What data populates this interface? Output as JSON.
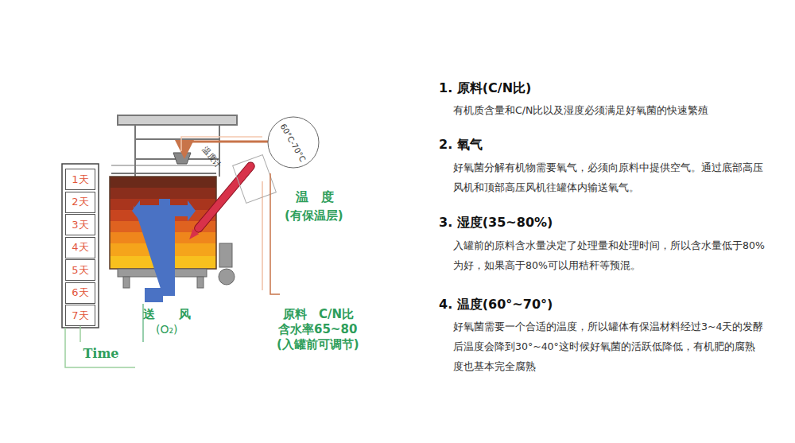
{
  "diagram": {
    "nodes": [
      {
        "text": [
          "1天"
        ]
      },
      {
        "text": [
          "2天"
        ]
      },
      {
        "text": [
          "3天"
        ]
      },
      {
        "text": [
          "4天"
        ]
      },
      {
        "text": [
          "5天"
        ]
      },
      {
        "text": [
          "6天"
        ]
      },
      {
        "text": [
          "7天"
        ]
      },
      {
        "text": [
          "Time"
        ]
      },
      {
        "text": [
          "60°C-70°C"
        ]
      }
    ],
    "edges": [
      {
        "from": 6,
        "to": 7,
        "arrow": "none"
      }
    ],
    "labels": [
      "温度计",
      "温　度",
      "(有保温层)",
      "送　　风",
      "(O₂)",
      "原料　C/N比",
      "含水率65~80",
      "(入罐前可调节)",
      "1. 原料(C/N比)",
      "有机质含量和C/N比以及湿度必须满足好氧菌的快速繁殖",
      "2. 氧气",
      "好氧菌分解有机物需要氧气，必须向原料中提供空气。通过底部高压风机和顶部高压风机往罐体内输送氧气。",
      "3. 湿度(35~80%)",
      "入罐前的原料含水量决定了处理量和处理时间，所以含水量低于80%为好，如果高于80%可以用秸秆等预混。",
      "4. 温度(60°~70°)",
      "好氧菌需要一个合适的温度，所以罐体有保温材料经过3~4天的发酵后温度会降到30°~40°这时候好氧菌的活跃低降低，有机肥的腐熟度也基本完全腐熟"
    ]
  }
}
